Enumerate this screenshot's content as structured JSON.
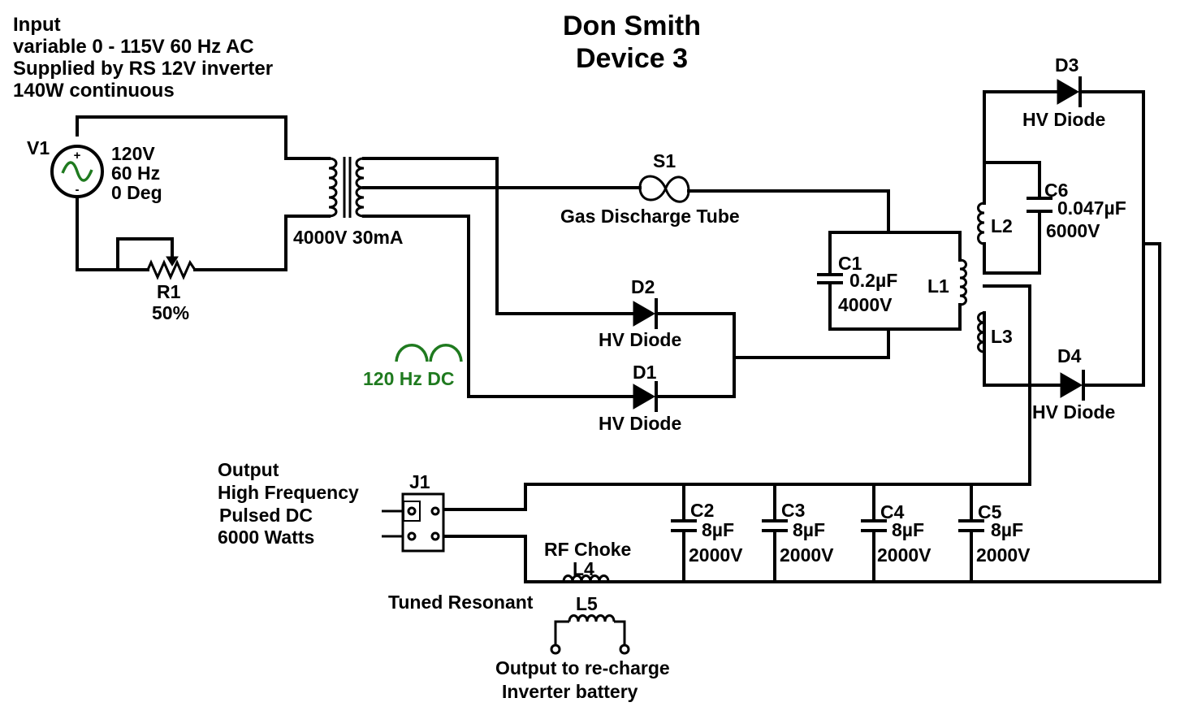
{
  "title": {
    "line1": "Don Smith",
    "line2": "Device 3"
  },
  "input_note": {
    "line1": "Input",
    "line2": "variable 0 - 115V 60 Hz AC",
    "line3": "Supplied by RS 12V inverter",
    "line4": "140W continuous"
  },
  "components": {
    "v1": {
      "name": "V1",
      "line1": "120V",
      "line2": "60 Hz",
      "line3": "0 Deg",
      "plus": "+",
      "minus": "-"
    },
    "r1": {
      "name": "R1",
      "value": "50%"
    },
    "transformer": {
      "rating": "4000V 30mA"
    },
    "s1": {
      "name": "S1",
      "desc": "Gas Discharge Tube"
    },
    "c1": {
      "name": "C1",
      "value": "0.2µF",
      "voltage": "4000V"
    },
    "l1": {
      "name": "L1"
    },
    "d2": {
      "name": "D2",
      "desc": "HV Diode"
    },
    "d1": {
      "name": "D1",
      "desc": "HV Diode"
    },
    "ripple": {
      "label": "120 Hz DC",
      "color": "#1f7a1f"
    },
    "d3": {
      "name": "D3",
      "desc": "HV Diode"
    },
    "d4": {
      "name": "D4",
      "desc": "HV Diode"
    },
    "l2": {
      "name": "L2"
    },
    "l3": {
      "name": "L3"
    },
    "c6": {
      "name": "C6",
      "value": "0.047µF",
      "voltage": "6000V"
    },
    "c2": {
      "name": "C2",
      "value": "8µF",
      "voltage": "2000V"
    },
    "c3": {
      "name": "C3",
      "value": "8µF",
      "voltage": "2000V"
    },
    "c4": {
      "name": "C4",
      "value": "8µF",
      "voltage": "2000V"
    },
    "c5": {
      "name": "C5",
      "value": "8µF",
      "voltage": "2000V"
    },
    "j1": {
      "name": "J1"
    },
    "l4": {
      "name": "L4",
      "desc": "RF Choke"
    },
    "l5": {
      "name": "L5",
      "desc": "Tuned Resonant"
    }
  },
  "output_note": {
    "line1": "Output",
    "line2": "High Frequency",
    "line3": "Pulsed DC",
    "line4": "6000 Watts"
  },
  "recharge_note": {
    "line1": "Output to re-charge",
    "line2": "Inverter battery"
  }
}
